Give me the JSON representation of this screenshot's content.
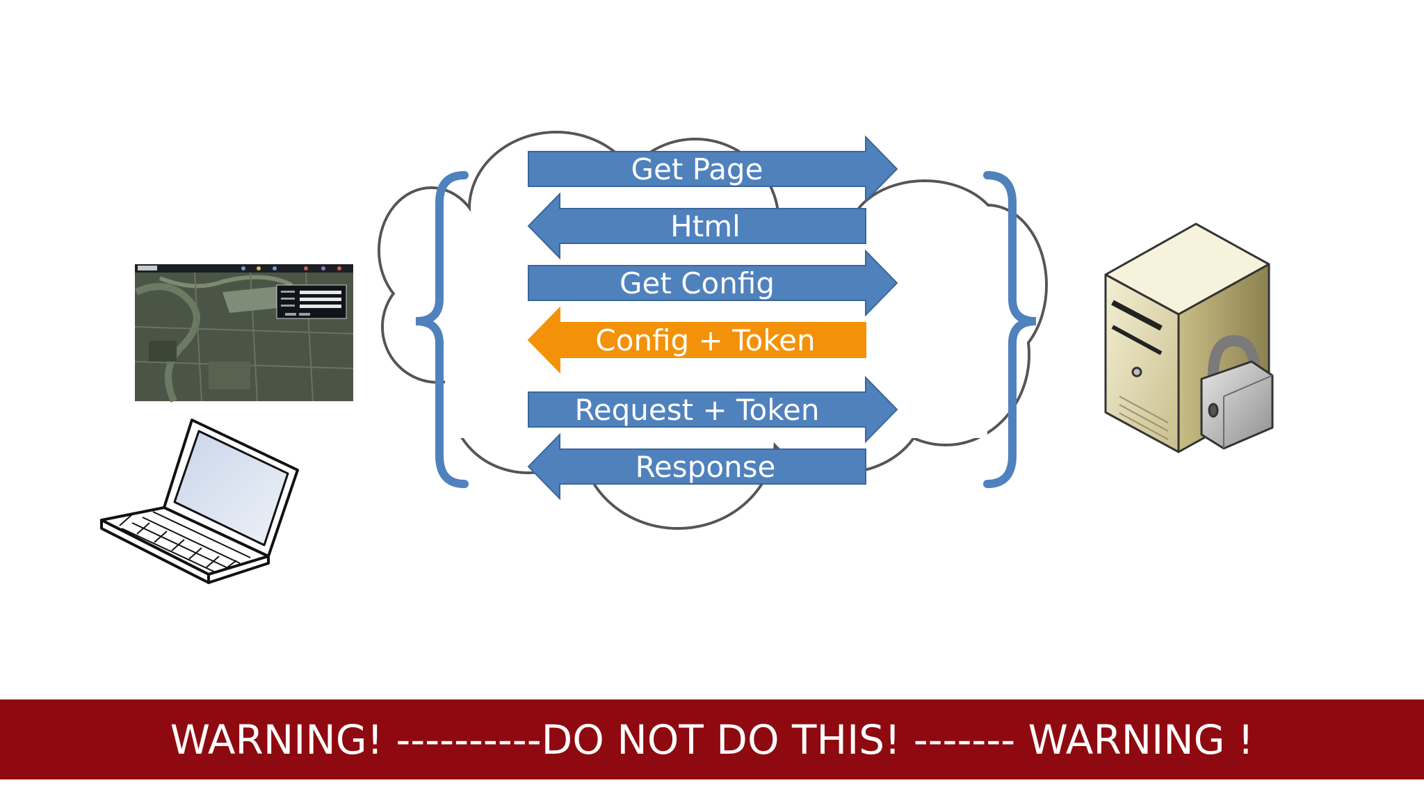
{
  "colors": {
    "arrow_blue": "#4f81bd",
    "arrow_highlight": "#f39208",
    "brace_blue": "#4f81bd",
    "banner_bg": "#8f0a10",
    "cloud_stroke": "#555555"
  },
  "icons": {
    "client_screen": "map-application-screenshot-icon",
    "client_device": "laptop-icon",
    "server": "locked-server-icon",
    "network": "cloud-icon"
  },
  "flows": [
    {
      "label": "Get Page",
      "direction": "right"
    },
    {
      "label": "Html",
      "direction": "left"
    },
    {
      "label": "Get Config",
      "direction": "right"
    },
    {
      "label": "Config + Token",
      "direction": "left",
      "highlight": true
    },
    {
      "label": "Request + Token",
      "direction": "right"
    },
    {
      "label": "Response",
      "direction": "left"
    }
  ],
  "warning": "WARNING! ----------DO NOT DO THIS! ------- WARNING !"
}
